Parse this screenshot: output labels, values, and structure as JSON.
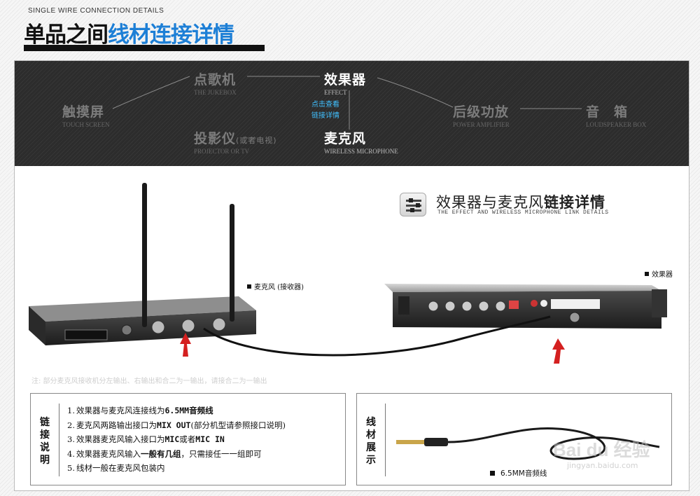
{
  "header": {
    "eyebrow": "SINGLE WIRE CONNECTION DETAILS",
    "title_dark": "单品之间",
    "title_blue": "线材连接详情"
  },
  "nav": {
    "touch": {
      "zh": "触摸屏",
      "en": "TOUCH SCREEN"
    },
    "jukebox": {
      "zh": "点歌机",
      "en": "THE JUKEBOX"
    },
    "projector": {
      "zh": "投影仪",
      "zh_note": "(或者电视)",
      "en": "PROJECTOR OR TV"
    },
    "effect": {
      "zh": "效果器",
      "en": "EFFECT"
    },
    "mic": {
      "zh": "麦克风",
      "en": "WIRELESS MICROPHONE"
    },
    "amp": {
      "zh": "后级功放",
      "en": "POWER AMPLIFIER"
    },
    "speaker": {
      "zh": "音　箱",
      "en": "LOUDSPEAKER BOX"
    },
    "hint_line1": "点击查看",
    "hint_line2": "链接详情"
  },
  "section": {
    "zh_plain": "效果器与麦克风",
    "zh_bold": "链接详情",
    "en": "THE EFFECT AND WIRELESS MICROPHONE LINK DETAILS"
  },
  "labels": {
    "receiver": "麦克风 (接收器)",
    "effect": "效果器"
  },
  "note": "注: 部分麦克风接收机分左输出、右输出和合二为一输出，请接合二为一输出",
  "tips": {
    "heading": [
      "链",
      "接",
      "说",
      "明"
    ],
    "items": [
      {
        "n": "1.",
        "pre": "效果器与麦克风连接线为",
        "bold": "6.5MM音频线",
        "post": ""
      },
      {
        "n": "2.",
        "pre": "麦克风两路输出接口为",
        "bold": "MIX OUT",
        "post": "(部分机型请参照接口说明)"
      },
      {
        "n": "3.",
        "pre": "效果器麦克风输入接口为",
        "bold": "MIC",
        "post": "或者",
        "bold2": "MIC IN"
      },
      {
        "n": "4.",
        "pre": "效果器麦克风输入",
        "bold": "一般有几组",
        "post": "，只需接任一一组即可"
      },
      {
        "n": "5.",
        "pre": "线材一般在麦克风包装内",
        "bold": "",
        "post": ""
      }
    ]
  },
  "cable": {
    "heading": [
      "线",
      "材",
      "展",
      "示"
    ],
    "label": "6.5MM音频线",
    "watermark": "Bai du 经验",
    "watermark_sub": "jingyan.baidu.com"
  },
  "colors": {
    "accent": "#1d7fd6",
    "hint": "#40c0ff",
    "arrow": "#d42020"
  }
}
